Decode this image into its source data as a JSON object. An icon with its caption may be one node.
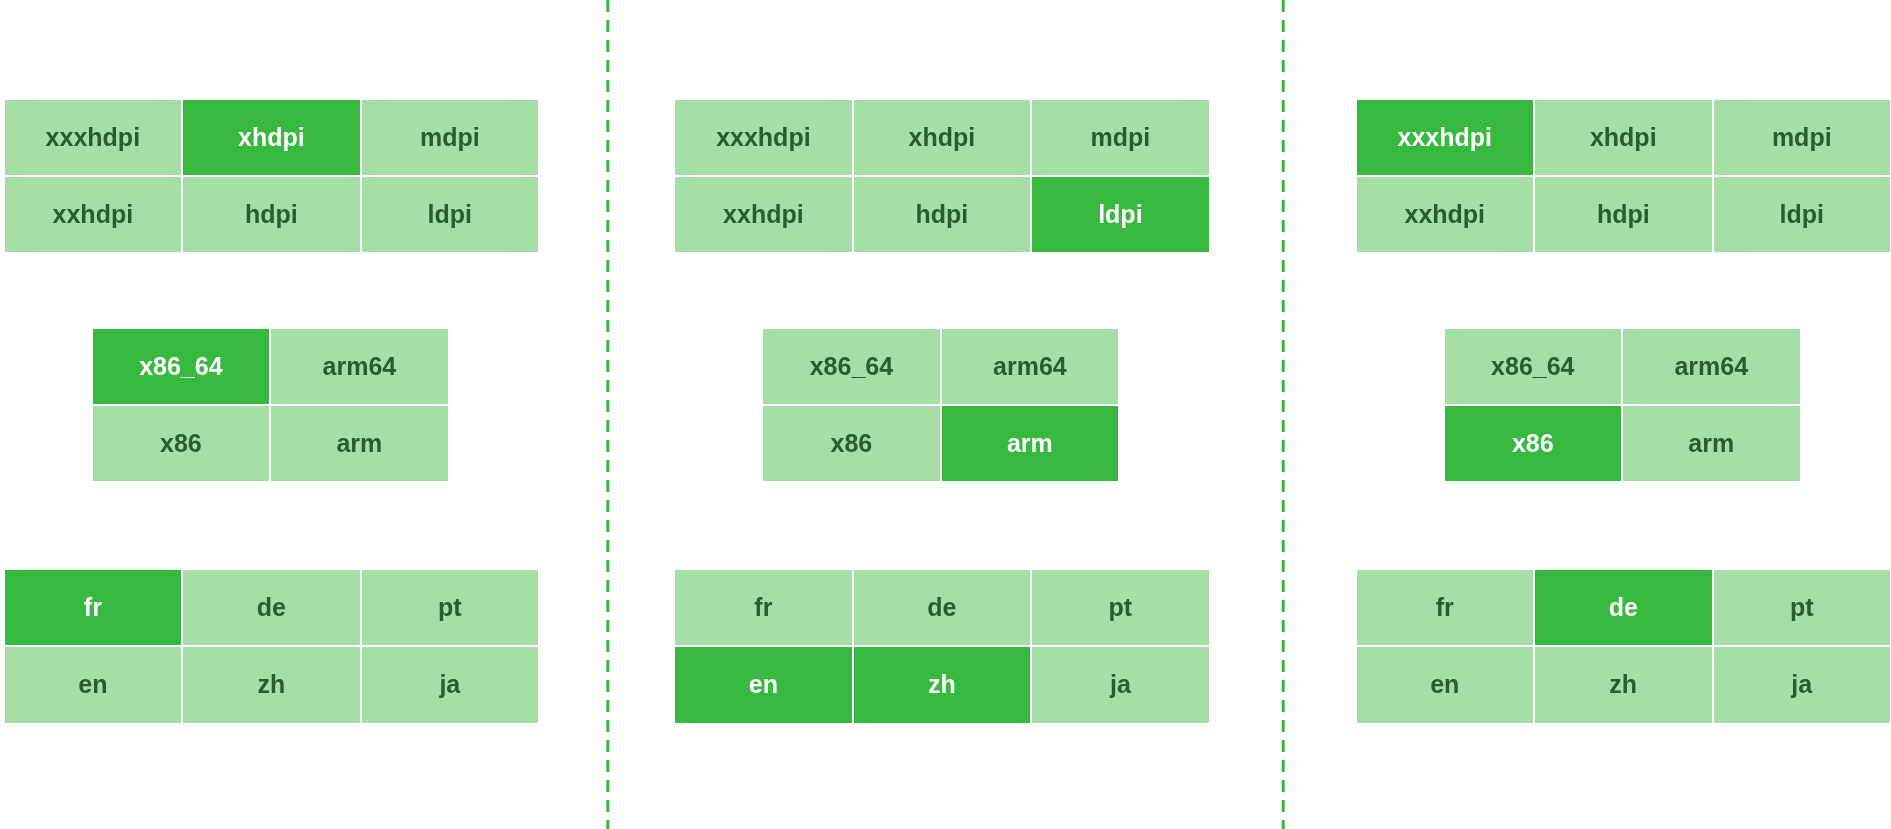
{
  "diagram": {
    "nodes": [
      {
        "text": [
          "xxxhdpi"
        ]
      },
      {
        "text": [
          "xhdpi"
        ]
      },
      {
        "text": [
          "mdpi"
        ]
      },
      {
        "text": [
          "xxhdpi"
        ]
      },
      {
        "text": [
          "hdpi"
        ]
      },
      {
        "text": [
          "ldpi"
        ]
      },
      {
        "text": [
          "x86_64"
        ]
      },
      {
        "text": [
          "arm64"
        ]
      },
      {
        "text": [
          "x86"
        ]
      },
      {
        "text": [
          "arm"
        ]
      },
      {
        "text": [
          "fr"
        ]
      },
      {
        "text": [
          "de"
        ]
      },
      {
        "text": [
          "pt"
        ]
      },
      {
        "text": [
          "en"
        ]
      },
      {
        "text": [
          "zh"
        ]
      },
      {
        "text": [
          "ja"
        ]
      },
      {
        "text": [
          "xxxhdpi"
        ]
      },
      {
        "text": [
          "xhdpi"
        ]
      },
      {
        "text": [
          "mdpi"
        ]
      },
      {
        "text": [
          "xxhdpi"
        ]
      },
      {
        "text": [
          "hdpi"
        ]
      },
      {
        "text": [
          "ldpi"
        ]
      },
      {
        "text": [
          "x86_64"
        ]
      },
      {
        "text": [
          "arm64"
        ]
      },
      {
        "text": [
          "x86"
        ]
      },
      {
        "text": [
          "arm"
        ]
      },
      {
        "text": [
          "fr"
        ]
      },
      {
        "text": [
          "de"
        ]
      },
      {
        "text": [
          "pt"
        ]
      },
      {
        "text": [
          "en"
        ]
      },
      {
        "text": [
          "zh"
        ]
      },
      {
        "text": [
          "ja"
        ]
      },
      {
        "text": [
          "xxxhdpi"
        ]
      },
      {
        "text": [
          "xhdpi"
        ]
      },
      {
        "text": [
          "mdpi"
        ]
      },
      {
        "text": [
          "xxhdpi"
        ]
      },
      {
        "text": [
          "hdpi"
        ]
      },
      {
        "text": [
          "ldpi"
        ]
      },
      {
        "text": [
          "x86_64"
        ]
      },
      {
        "text": [
          "arm64"
        ]
      },
      {
        "text": [
          "x86"
        ]
      },
      {
        "text": [
          "arm"
        ]
      },
      {
        "text": [
          "fr"
        ]
      },
      {
        "text": [
          "de"
        ]
      },
      {
        "text": [
          "pt"
        ]
      },
      {
        "text": [
          "en"
        ]
      },
      {
        "text": [
          "zh"
        ]
      },
      {
        "text": [
          "ja"
        ]
      }
    ]
  }
}
